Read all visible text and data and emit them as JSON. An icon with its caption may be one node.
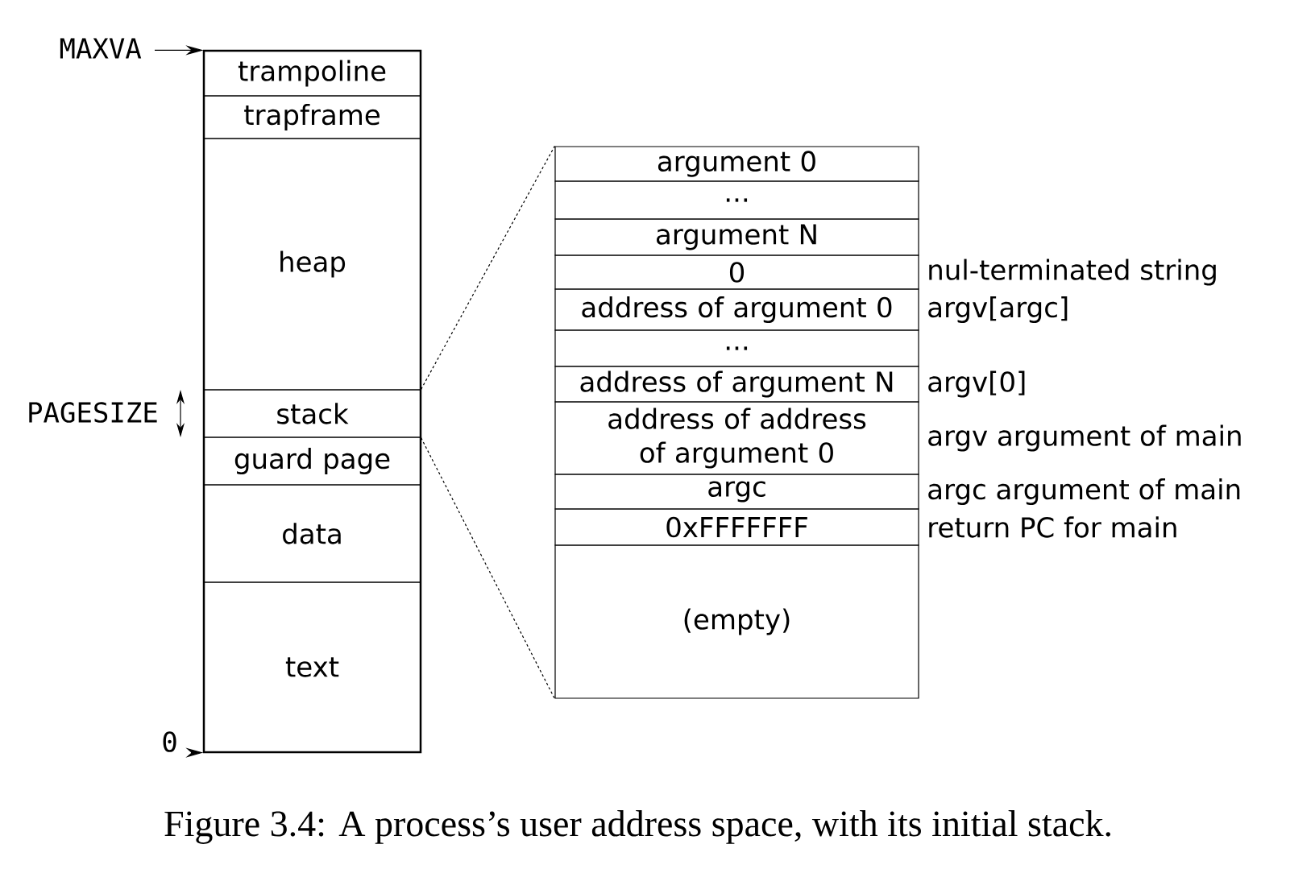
{
  "diagram": {
    "caption": "Figure 3.4: A process’s user address space, with its initial stack.",
    "nodes": [
      {
        "text": [
          "trampoline"
        ]
      },
      {
        "text": [
          "trapframe"
        ]
      },
      {
        "text": [
          "heap"
        ]
      },
      {
        "text": [
          "stack"
        ]
      },
      {
        "text": [
          "guard page"
        ]
      },
      {
        "text": [
          "data"
        ]
      },
      {
        "text": [
          "text"
        ]
      },
      {
        "text": [
          "argument 0"
        ]
      },
      {
        "text": [
          "..."
        ]
      },
      {
        "text": [
          "argument N"
        ]
      },
      {
        "text": [
          "0"
        ],
        "beside": [
          "nul-terminated string"
        ]
      },
      {
        "text": [
          "address of argument 0"
        ],
        "beside": [
          "argv[argc]"
        ]
      },
      {
        "text": [
          "..."
        ]
      },
      {
        "text": [
          "address of argument N"
        ],
        "beside": [
          "argv[0]"
        ]
      },
      {
        "text": [
          "address of address of argument 0"
        ],
        "beside": [
          "argv argument of main"
        ]
      },
      {
        "text": [
          "argc"
        ],
        "beside": [
          "argc argument of main"
        ]
      },
      {
        "text": [
          "0xFFFFFFF"
        ],
        "beside": [
          "return PC for main"
        ]
      },
      {
        "text": [
          "(empty)"
        ]
      },
      {
        "text": [
          "MAXVA"
        ]
      },
      {
        "text": [
          "0"
        ]
      }
    ],
    "edges": [
      {
        "from": 3,
        "to": 7,
        "arrow": "none",
        "style": "dashed"
      },
      {
        "from": 3,
        "to": 17,
        "arrow": "none",
        "style": "dashed"
      },
      {
        "from": 18,
        "to": 0,
        "arrow": "to"
      },
      {
        "from": 19,
        "to": 6,
        "arrow": "to"
      }
    ],
    "labels": [
      "PAGESIZE"
    ]
  }
}
